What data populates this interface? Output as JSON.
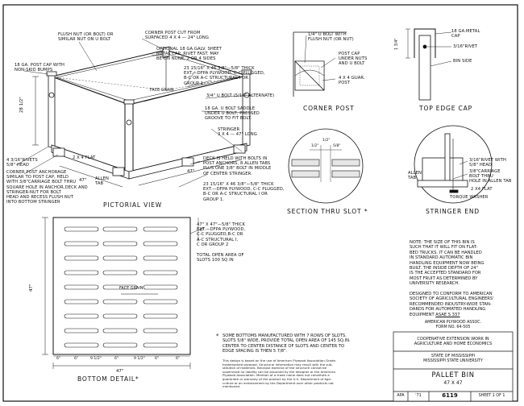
{
  "pictorial_view": {
    "title": "PICTORIAL VIEW",
    "labels": {
      "flush_nut": "FLUSH NUT (OR BOLT) OR\nSIMILAR NUT ON U BOLT",
      "corner_post_cut": "CORNER POST CUT FROM\nSURFACED 4 X 4 — 24\" LONG",
      "optional_cap": "OPTIONAL 18 GA.GALV. SHEET\nMETAL CAP, RIVET FAST. MAY\nBE ON NONE, 2 OR 4 SIDES",
      "post_cap": "18 GA. POST CAP WITH\nNON-SKID BUMPS",
      "plywood_sides": "23 15/16\" X 46 3/8\"—5/8\" THICK\nEXT.—DFPA PLYWOOD, C-C PLUGGED,\nB-C OR A-C STRUCTURAL I OR\nGROUP 1.",
      "face_grain": "FACE GRAIN",
      "u_bolt": "3/4\" U BOLT (5/16\" ALTERNATE)",
      "saddle": "18 GA. U BOLT SADDLE\nUNDER U BOLT, PRESSED\nGROOVE TO FIT BOLT.",
      "stringer": "STRINGER\n3 X 4 — 47\" LONG",
      "rivets": "4 3/16\"RIVETS\n5/8\" HEAD",
      "anchorage": "CORNER POST ANCHORAGE\nSIMILAR TO POST CAP, HELD\nWITH 3/8\"CARRIAGE BOLT THRU\nSQUARE HOLE IN ANCHOR,DECK AND\nSTRINGER-NUT FOR BOLT\nHEAD AND RECESS FLUSH NUT\nINTO BOTTOM STRINGER",
      "flat": "2 X 4 FLAT",
      "allen_tab": "ALLEN\nTAB",
      "deck": "DECK IS HELD WITH BOLTS IN\nPOST ANCHORS, 8 ALLEN TABS\nPLUS ONE 3/8\" BOLT IN MIDDLE\nOF CENTER STRINGER.",
      "plywood_bottom": "23 15/16\" X 46 3/8\"—5/8\" THICK\nEXT.—DFPA PLYWOOD, C-C PLUGGED,\nB-C OR A-C STRUCTURAL I OR\nGROUP 1.",
      "height": "28 1/2\"",
      "width_a": "47\"",
      "width_b": "47\""
    }
  },
  "corner_post": {
    "title": "CORNER POST",
    "labels": {
      "u_bolt": "1/4\" U BOLT WITH\nFLUSH NUT (OR NUT)",
      "post_cap": "POST CAP\nUNDER NUTS\nAND U BOLT",
      "post": "4 X 4 GUAR.\nPOST"
    }
  },
  "top_edge_cap": {
    "title": "TOP EDGE CAP",
    "labels": {
      "metal_cap": "18 GA.METAL\nCAP",
      "rivet": "3/16\"RIVET",
      "bin_side": "BIN SIDE",
      "depth": "1 3/4\""
    }
  },
  "section_slot": {
    "title": "SECTION THRU SLOT",
    "mark": "*",
    "dims": [
      "1/2\"",
      "1/2\"",
      "5/8\""
    ]
  },
  "stringer_end": {
    "title": "STRINGER END",
    "labels": {
      "rivet": "3/16\"RIVET WITH\n5/8\" HEAD",
      "carriage": "3/8\"CARRIAGE\nBOLT THRU\nHOLE IN ALLEN TAB",
      "allen_tab": "ALLEN\nTAB",
      "flat": "2 X4 FLAT",
      "washer": "TORQUE WASHER"
    }
  },
  "bottom_detail": {
    "title": "BOTTOM    DETAIL",
    "mark": "*",
    "labels": {
      "plywood": "47\" X 47\"—5/8\" THICK\nEXT.—DFPA PLYWOOD,\nC-C PLUGGED,B-C OR\nA-C STRUCTURAL I,\nC OR GROUP 2",
      "open_area": "TOTAL OPEN AREA OF\nSLOTS 100 SQ IN",
      "face_grain": "FACE GRAIN",
      "slot_note": "SOME BOTTOMS MANUFACTURED WITH 7 ROWS OF SLOTS.\nSLOTS 5/8\" WIDE, PROVIDE TOTAL OPEN AREA OF 145 SQ.IN.\nCENTER TO CENTER DISTANCE OF SLOTS AND CENTER TO\nEDGE SPACING IS THEN 5 7/8\"."
    },
    "dims": {
      "height": "47\"",
      "width": "47\"",
      "spacing": [
        "6\"",
        "6\"",
        "9 1/2\"",
        "6\"",
        "9 1/2\"",
        "6\"",
        "6\""
      ],
      "edge": "6\""
    }
  },
  "notes": {
    "size_note": "NOTE: THE SIZE OF THIS BIN IS\nSUCH THAT IT WILL FIT ON FLAT-\nBED TRUCKS. IT CAN BE HANDLED\nIN STANDARD AUTOMATIC BIN\nHANDLING EQUIPMENT NOW BEING\nBUILT. THE INSIDE DEPTH OF 24\"\nIS THE ACCEPTED STANDARD FOR\nMOST FRUIT AS DETERMINED BY\nUNIVERSITY RESEARCH.",
    "conform_note": "DESIGNED TO CONFORM TO AMERICAN\nSOCIETY OF AGRICULTURAL ENGINEERS'\nRECOMMENDED INDUSTRY-WIDE STAN-\nDARDS FOR AUTOMATED HANDLING\nEQUIPMENT",
    "asae": "ASAE S 337"
  },
  "disclaimer": "This design is based on the use of American Plywood Association Grade-\ntrademarked plywood. Structural information may result with the sub-\nstitution of materials. Because exercise of the structure cannot be\nsupervised no liability can be assumed by the designer or the American\nPlywood Association. Mention of a trade name does not constitute a\nguarantee or warranty of the product by the U.S. Department of Agri-\nculture or an endorsement by the Department over other products not\nmentioned.",
  "title_block": {
    "source": "AMERICAN PLYWOOD ASSOC.\nFORM NO. 64-505",
    "cooperative": "COOPERATIVE EXTENSION WORK IN\nAGRICULTURE AND HOME ECONOMICS",
    "state": "STATE OF MISSISSIPPI",
    "university": "MISSISSIPPI STATE UNIVERSITY",
    "drawing_title": "PALLET BIN",
    "size": "47 X 47",
    "apa_label": "APA",
    "year": "'71",
    "plan_no": "6119",
    "sheet": "SHEET 1 OF 1"
  }
}
